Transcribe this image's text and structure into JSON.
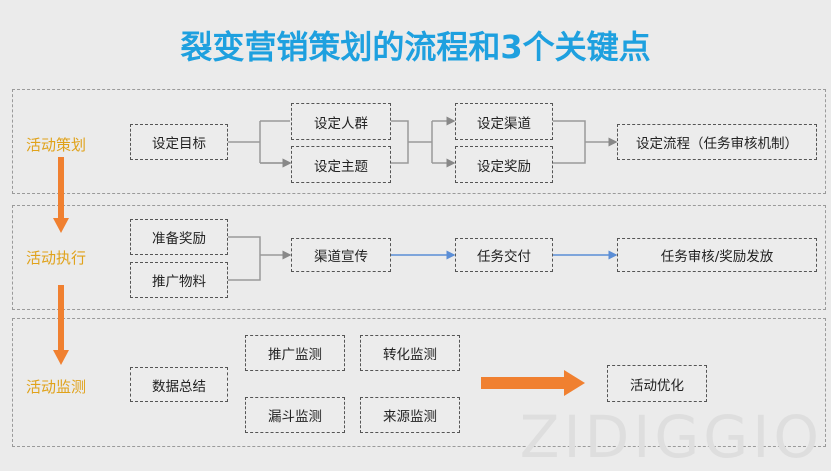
{
  "title": "裂变营销策划的流程和3个关键点",
  "colors": {
    "title": "#1ea0df",
    "label": "#e0a21a",
    "arrow": "#f08030",
    "blue_line": "#5b8ed6"
  },
  "stages": [
    {
      "label": "活动策划",
      "boxes": [
        "设定目标",
        "设定人群",
        "设定主题",
        "设定渠道",
        "设定奖励",
        "设定流程（任务审核机制）"
      ]
    },
    {
      "label": "活动执行",
      "boxes": [
        "准备奖励",
        "推广物料",
        "渠道宣传",
        "任务交付",
        "任务审核/奖励发放"
      ]
    },
    {
      "label": "活动监测",
      "boxes": [
        "数据总结",
        "推广监测",
        "转化监测",
        "漏斗监测",
        "来源监测",
        "活动优化"
      ]
    }
  ],
  "watermark": "ZIDIGGIO"
}
